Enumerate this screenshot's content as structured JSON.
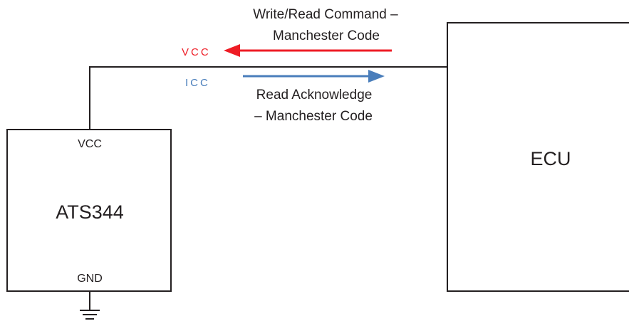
{
  "diagram": {
    "sensor": {
      "name": "ATS344",
      "pin_top": "VCC",
      "pin_bottom": "GND"
    },
    "ecu": {
      "name": "ECU"
    },
    "command": {
      "line1": "Write/Read Command –",
      "line2": "Manchester Code",
      "signal": "VCC"
    },
    "acknowledge": {
      "line1": "Read Acknowledge",
      "line2": "– Manchester Code",
      "signal": "ICC"
    }
  },
  "colors": {
    "command_arrow": "#ee1c25",
    "acknowledge_arrow": "#4a7ebb",
    "wire": "#231f20"
  }
}
